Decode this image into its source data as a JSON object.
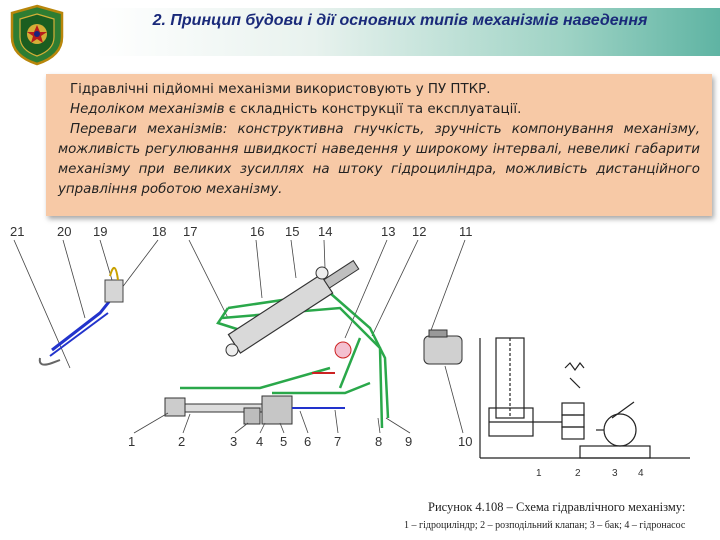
{
  "header": {
    "title": "2. Принцип будови і дії основних типів механізмів наведення"
  },
  "text": {
    "p1_bold": "Гідравлічні підйомні механізми",
    "p1_rest": " використовують у ПУ ПТКР.",
    "p2_italic": "Недоліком механізмів",
    "p2_rest": " є складність конструкції та експлуатації.",
    "p3_italic": "Переваги механізмів:",
    "p3_rest": " конструктивна гнучкість, зручність компонування механізму, можливість регулювання швидкості наведення у широкому інтервалі, невеликі габарити механізму при великих зусиллях на штоку гідроциліндра, можливість дистанційного управління роботою механізму."
  },
  "diagram": {
    "top_labels": [
      "21",
      "20",
      "19",
      "18",
      "17",
      "16",
      "15",
      "14",
      "13",
      "12",
      "11"
    ],
    "bottom_labels": [
      "1",
      "2",
      "3",
      "4",
      "5",
      "6",
      "7",
      "8",
      "9",
      "10"
    ],
    "small_labels": [
      "1",
      "2",
      "3",
      "4"
    ]
  },
  "caption": {
    "line1": "Рисунок 4.108 – Схема гідравлічного механізму:",
    "line2": "1 – гідроциліндр; 2 – розподільний клапан; 3 – бак; 4 – гідронасос"
  },
  "colors": {
    "title": "#1a2a7a",
    "textbox_bg": "#f7c9a6",
    "pipe_green": "#2aa84a",
    "pipe_blue": "#2233cc",
    "pipe_red": "#cc2222"
  }
}
